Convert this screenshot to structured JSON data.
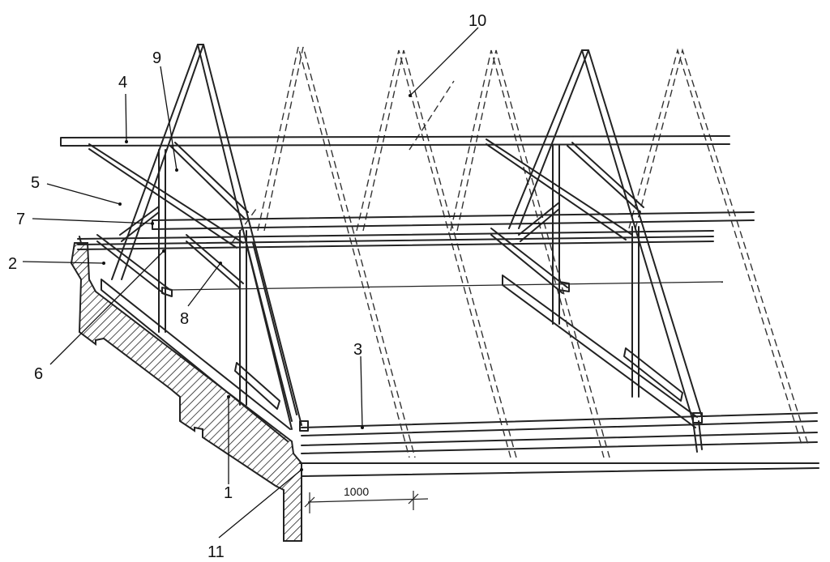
{
  "callouts": {
    "c1": "1",
    "c2": "2",
    "c3": "3",
    "c4": "4",
    "c5": "5",
    "c6": "6",
    "c7": "7",
    "c8": "8",
    "c9": "9",
    "c10": "10",
    "c11": "11"
  },
  "dimension": {
    "spacing": "1000"
  },
  "colors": {
    "ink": "#222222",
    "hatch": "#222222",
    "background": "#ffffff"
  }
}
